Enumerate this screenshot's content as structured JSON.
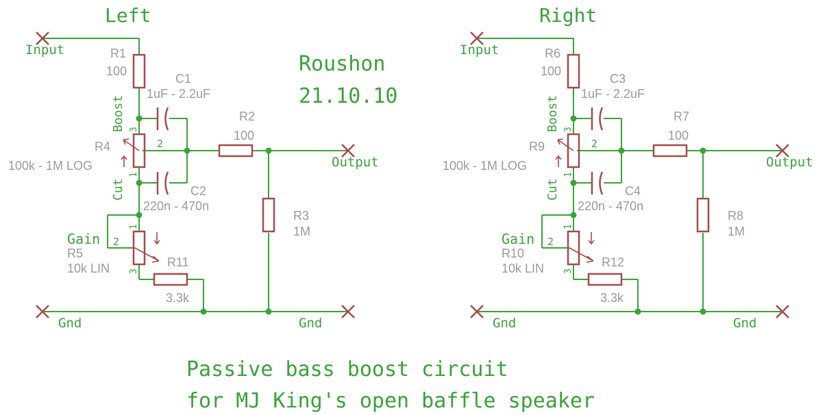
{
  "title": "Roushon",
  "date": "21.10.10",
  "caption": {
    "line1": "Passive bass boost circuit",
    "line2": "for MJ King's open baffle speaker"
  },
  "colors": {
    "wire": "#3aa23a",
    "part": "#a54a4a",
    "value_text": "#9a9a9a",
    "net_text": "#3aa23a"
  },
  "labels": {
    "input": "Input",
    "output": "Output",
    "gnd": "Gnd",
    "boost": "Boost",
    "cut": "Cut",
    "gain": "Gain",
    "pin1": "1",
    "pin2": "2",
    "pin3": "3"
  },
  "channels": {
    "left": {
      "title": "Left",
      "r_in": {
        "name": "R1",
        "value": "100"
      },
      "c_top": {
        "name": "C1",
        "value": "1uF - 2.2uF"
      },
      "pot_tone": {
        "name": "R4",
        "value": "100k - 1M LOG"
      },
      "c_bot": {
        "name": "C2",
        "value": "220n - 470n"
      },
      "r_series": {
        "name": "R2",
        "value": "100"
      },
      "r_shunt": {
        "name": "R3",
        "value": "1M"
      },
      "pot_gain": {
        "name": "R5",
        "value": "10k LIN"
      },
      "r_gain": {
        "name": "R11",
        "value": "3.3k"
      }
    },
    "right": {
      "title": "Right",
      "r_in": {
        "name": "R6",
        "value": "100"
      },
      "c_top": {
        "name": "C3",
        "value": "1uF - 2.2uF"
      },
      "pot_tone": {
        "name": "R9",
        "value": "100k - 1M LOG"
      },
      "c_bot": {
        "name": "C4",
        "value": "220n - 470n"
      },
      "r_series": {
        "name": "R7",
        "value": "100"
      },
      "r_shunt": {
        "name": "R8",
        "value": "1M"
      },
      "pot_gain": {
        "name": "R10",
        "value": "10k LIN"
      },
      "r_gain": {
        "name": "R12",
        "value": "3.3k"
      }
    }
  }
}
